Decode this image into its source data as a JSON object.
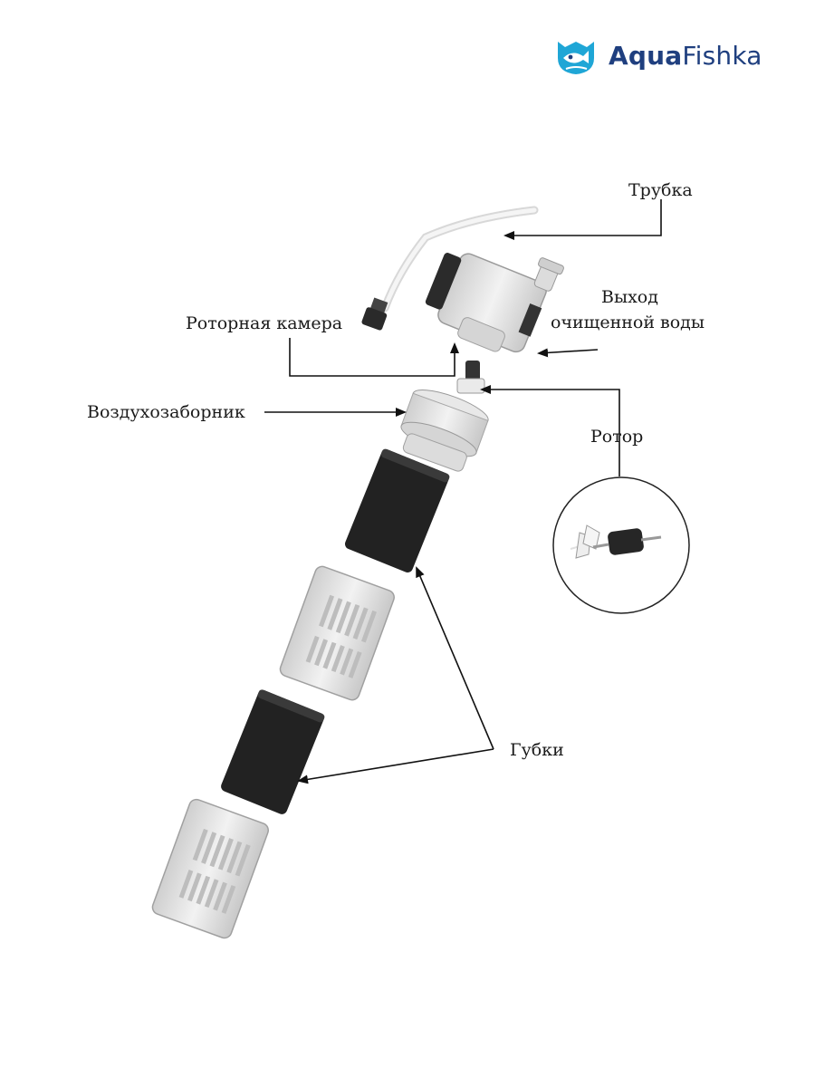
{
  "brand": {
    "name_part1": "Aqua",
    "name_part2": "Fishka",
    "colors": {
      "accent": "#1fa6d6",
      "text": "#1f3f7f"
    }
  },
  "labels": {
    "tube": "Трубка",
    "outlet_line1": "Выход",
    "outlet_line2": "очищенной воды",
    "rotor_chamber": "Роторная камера",
    "air_intake": "Воздухозаборник",
    "rotor": "Ротор",
    "sponges": "Губки"
  },
  "colors": {
    "sponge": "#222222",
    "plastic": "#e4e4e4",
    "plastic_shadow": "#bdbdbd",
    "line": "#111111"
  }
}
